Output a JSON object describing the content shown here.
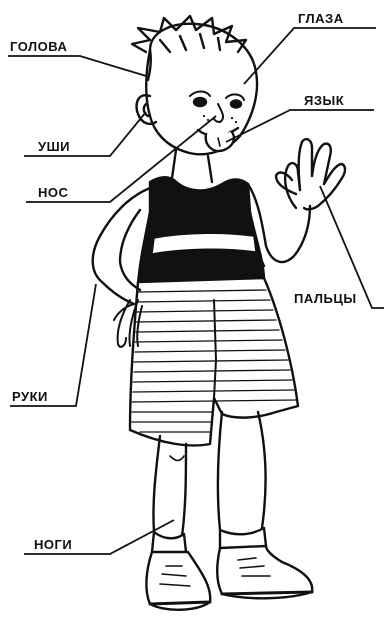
{
  "labels": {
    "head": "ГОЛОВА",
    "eyes": "ГЛАЗА",
    "tongue": "ЯЗЫК",
    "ears": "УШИ",
    "nose": "НОС",
    "fingers": "ПАЛЬЦЫ",
    "arms": "РУКИ",
    "legs": "НОГИ"
  },
  "colors": {
    "ink": "#111111",
    "paper": "#ffffff"
  }
}
